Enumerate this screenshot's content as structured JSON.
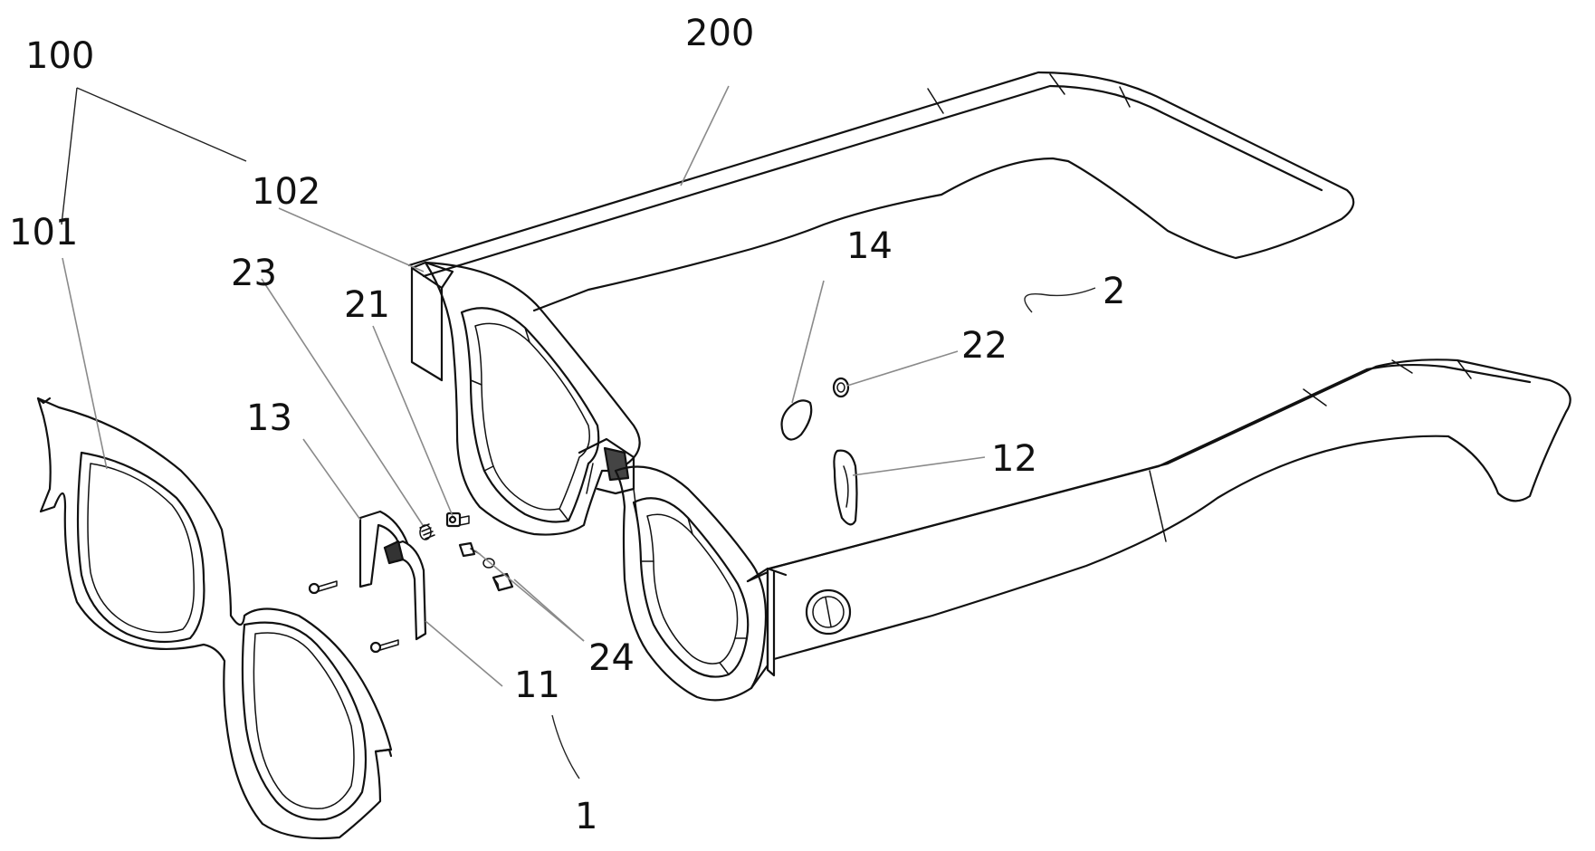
{
  "labels": {
    "l100": "100",
    "l101": "101",
    "l102": "102",
    "l200": "200",
    "l23": "23",
    "l21": "21",
    "l13": "13",
    "l14": "14",
    "l2": "2",
    "l22": "22",
    "l12": "12",
    "l24": "24",
    "l11": "11",
    "l1": "1"
  },
  "colors": {
    "ink": "#111111",
    "leader": "#8a8a8a",
    "background": "#ffffff"
  }
}
